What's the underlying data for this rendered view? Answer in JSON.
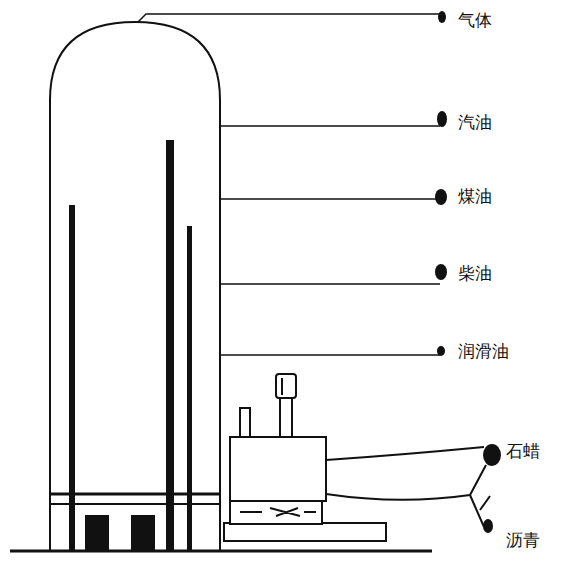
{
  "diagram": {
    "labels": [
      "气体",
      "汽油",
      "煤油",
      "柴油",
      "润滑油",
      "石蜡",
      "沥青"
    ]
  }
}
